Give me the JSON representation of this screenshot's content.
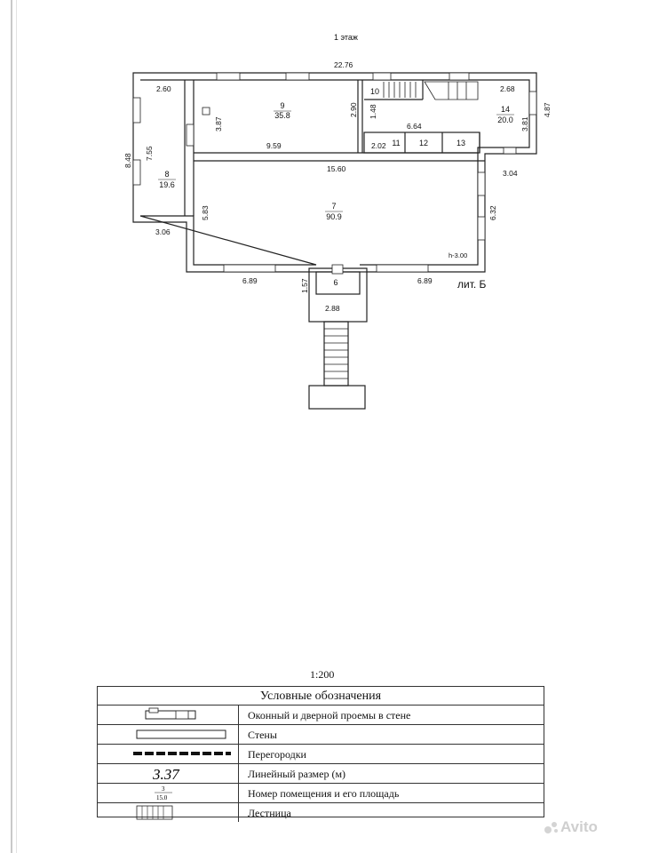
{
  "floor_title": "1 этаж",
  "building_label": "лит. Б",
  "ceiling_height": "h-3.00",
  "rooms": [
    {
      "id": "room-7",
      "number": "7",
      "area": "90.9"
    },
    {
      "id": "room-8",
      "number": "8",
      "area": "19.6"
    },
    {
      "id": "room-9",
      "number": "9",
      "area": "35.8"
    },
    {
      "id": "room-14",
      "number": "14",
      "area": "20.0"
    },
    {
      "id": "room-6",
      "number": "6"
    },
    {
      "id": "room-10",
      "number": "10"
    },
    {
      "id": "room-11",
      "number": "11"
    },
    {
      "id": "room-12",
      "number": "12"
    },
    {
      "id": "room-13",
      "number": "13"
    }
  ],
  "dimensions": {
    "top_total": "22.76",
    "room8_width": "2.60",
    "room14_width": "2.68",
    "room9_height": "3.87",
    "room9_bottom": "9.59",
    "wall_290": "2.90",
    "wall_148": "1.48",
    "wall_664": "6.64",
    "wall_202": "2.02",
    "room14_height": "3.81",
    "right_total": "4.87",
    "left_total": "8.48",
    "room8_height": "7.55",
    "room7_top": "15.60",
    "right_offset": "3.04",
    "room7_left": "5.83",
    "room7_right": "6.32",
    "left_offset": "3.06",
    "bottom_left": "6.89",
    "bottom_right": "6.89",
    "porch_depth": "1.57",
    "porch_width": "2.88"
  },
  "scale": "1:200",
  "legend": {
    "title": "Условные обозначения",
    "items": [
      {
        "label": "Оконный и дверной проемы в стене"
      },
      {
        "label": "Стены"
      },
      {
        "label": "Перегородки"
      },
      {
        "label": "Линейный размер (м)",
        "sample": "3.37"
      },
      {
        "label": "Номер помещения и его площадь",
        "sample_number": "3",
        "sample_area": "15.0"
      },
      {
        "label": "Лестница"
      }
    ]
  },
  "watermark": "Avito"
}
